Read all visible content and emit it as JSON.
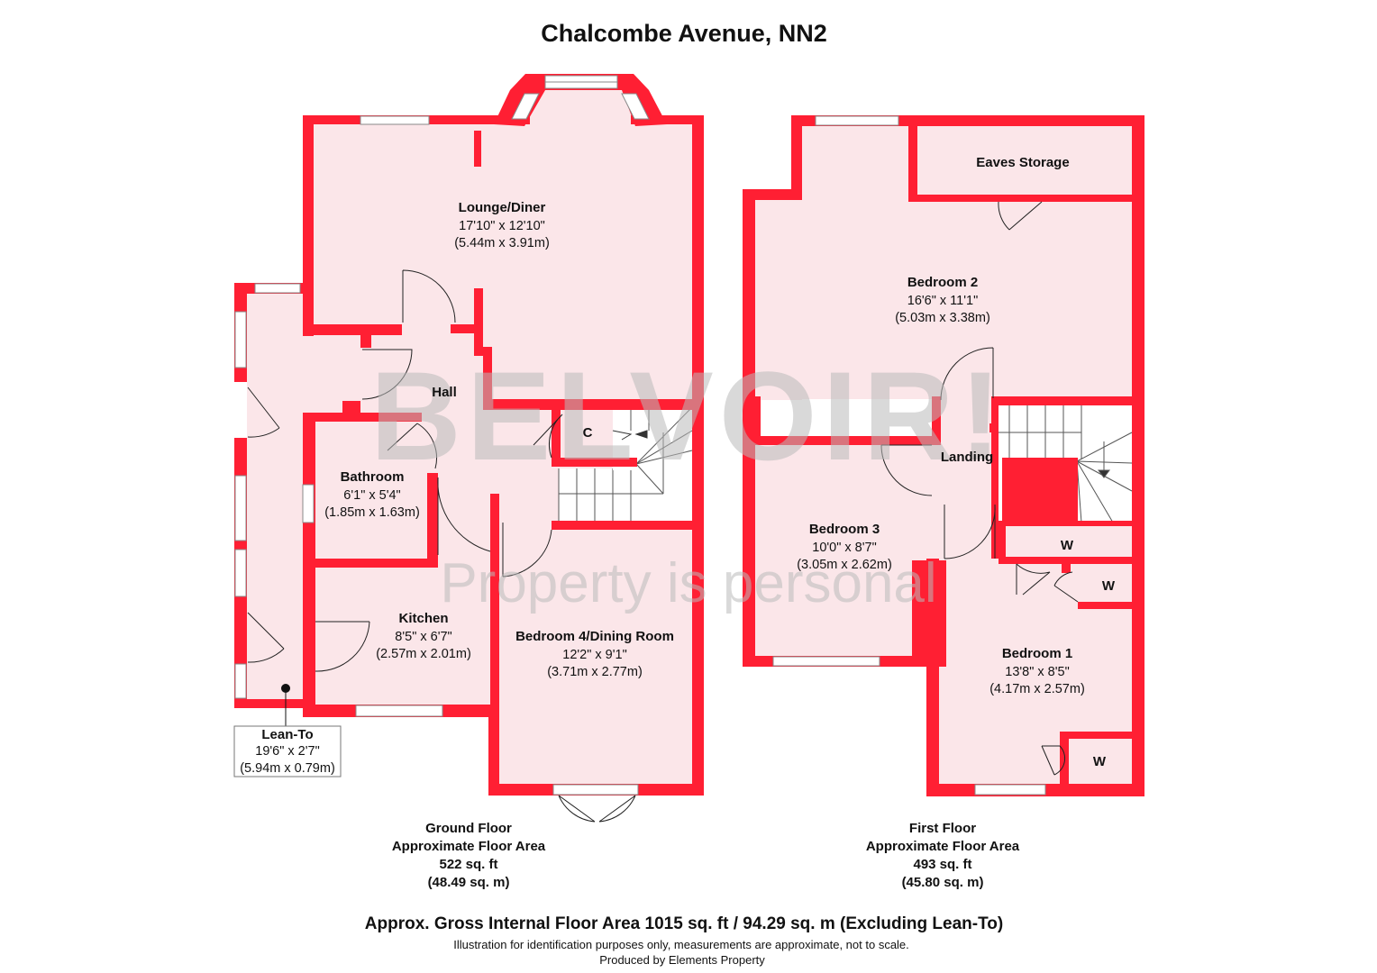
{
  "title": "Chalcombe Avenue, NN2",
  "watermark": {
    "brand": "BELVOIR!",
    "tagline": "Property is personal"
  },
  "colors": {
    "wall": "#ff1f33",
    "floor": "#fbe6e9",
    "window_frame": "#ffffff",
    "watermark": "#b9b9b9"
  },
  "rooms": {
    "lounge": {
      "name": "Lounge/Diner",
      "imperial": "17'10\" x 12'10\"",
      "metric": "(5.44m x 3.91m)"
    },
    "hall": {
      "name": "Hall"
    },
    "cupboard": {
      "name": "C"
    },
    "bathroom": {
      "name": "Bathroom",
      "imperial": "6'1\" x 5'4\"",
      "metric": "(1.85m x 1.63m)"
    },
    "kitchen": {
      "name": "Kitchen",
      "imperial": "8'5\" x 6'7\"",
      "metric": "(2.57m x 2.01m)"
    },
    "bedroom4": {
      "name": "Bedroom 4/Dining Room",
      "imperial": "12'2\" x 9'1\"",
      "metric": "(3.71m x 2.77m)"
    },
    "leanto": {
      "name": "Lean-To",
      "imperial": "19'6\" x 2'7\"",
      "metric": "(5.94m x 0.79m)"
    },
    "eaves": {
      "name": "Eaves Storage"
    },
    "bedroom2": {
      "name": "Bedroom 2",
      "imperial": "16'6\" x 11'1\"",
      "metric": "(5.03m x 3.38m)"
    },
    "landing": {
      "name": "Landing"
    },
    "bedroom3": {
      "name": "Bedroom 3",
      "imperial": "10'0\" x 8'7\"",
      "metric": "(3.05m x 2.62m)"
    },
    "bedroom1": {
      "name": "Bedroom 1",
      "imperial": "13'8\" x 8'5\"",
      "metric": "(4.17m x 2.57m)"
    },
    "wardrobe_a": {
      "name": "W"
    },
    "wardrobe_b": {
      "name": "W"
    },
    "wardrobe_c": {
      "name": "W"
    }
  },
  "floors": {
    "ground": {
      "line1": "Ground Floor",
      "line2": "Approximate Floor Area",
      "line3": "522 sq. ft",
      "line4": "(48.49 sq. m)"
    },
    "first": {
      "line1": "First Floor",
      "line2": "Approximate Floor Area",
      "line3": "493 sq. ft",
      "line4": "(45.80 sq. m)"
    }
  },
  "footer": {
    "gross": "Approx. Gross Internal Floor Area 1015 sq. ft / 94.29 sq. m (Excluding Lean-To)",
    "disclaimer": "Illustration for identification purposes only, measurements are approximate, not to scale.",
    "credit": "Produced by Elements Property"
  }
}
